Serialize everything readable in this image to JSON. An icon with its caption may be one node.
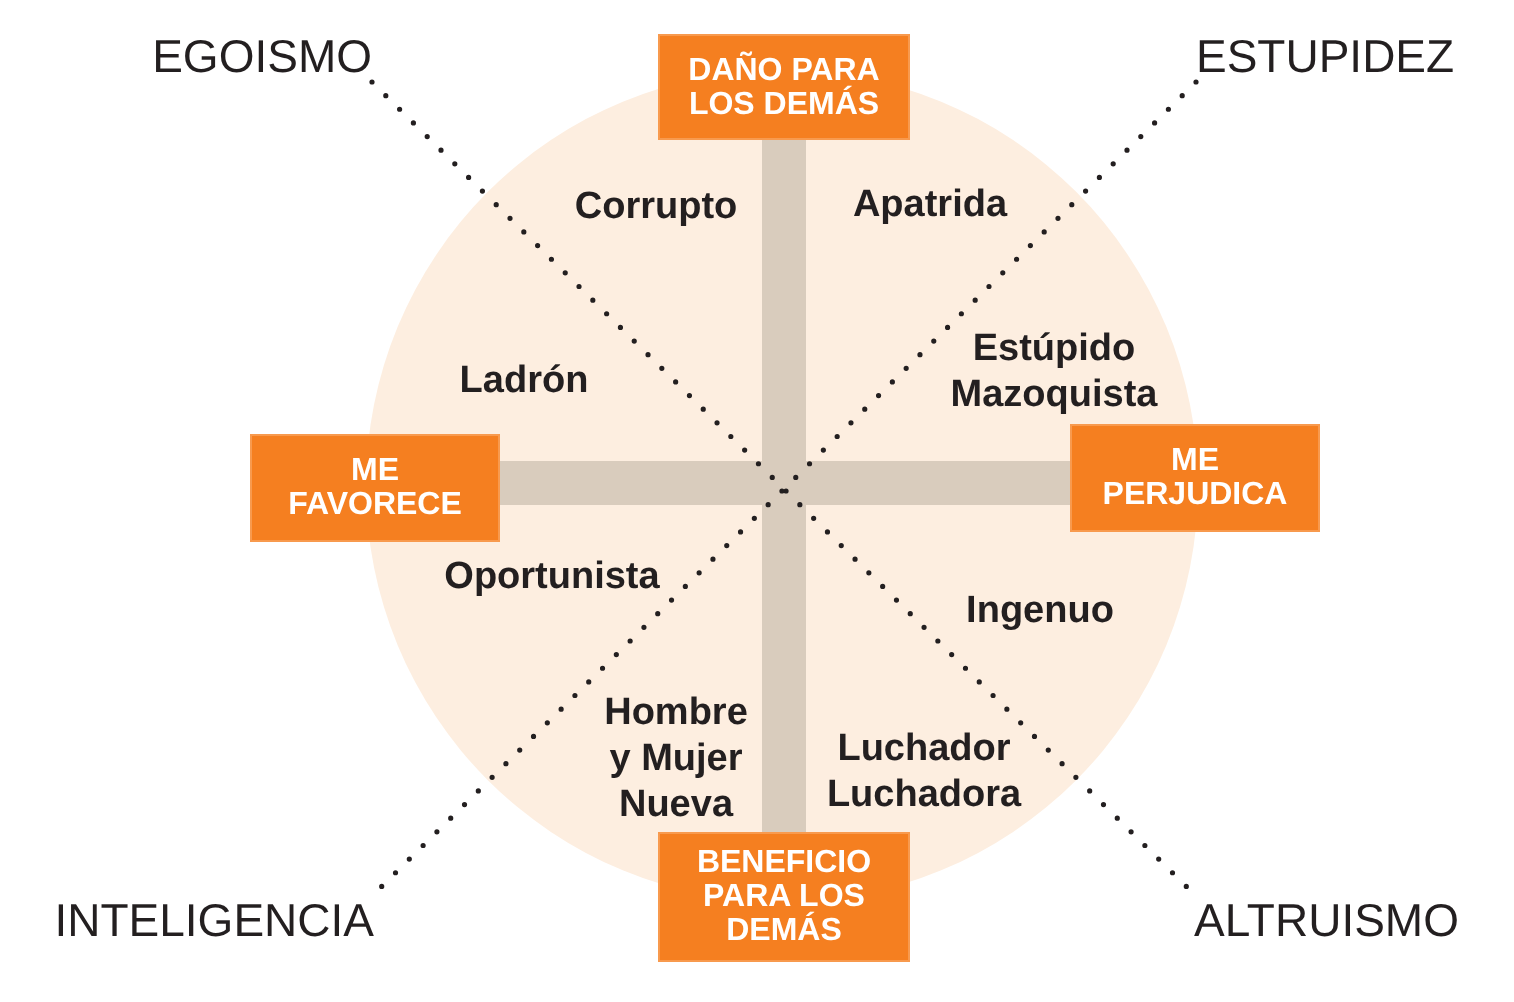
{
  "diagram": {
    "nodes": [
      {
        "text": [
          "EGOISMO"
        ]
      },
      {
        "text": [
          "DAÑO PARA LOS DEMÁS"
        ]
      },
      {
        "text": [
          "ESTUPIDEZ"
        ]
      },
      {
        "text": [
          "ME FAVORECE"
        ]
      },
      {
        "text": [
          "ME PERJUDICA"
        ]
      },
      {
        "text": [
          "BENEFICIO PARA LOS DEMÁS"
        ]
      },
      {
        "text": [
          "INTELIGENCIA"
        ]
      },
      {
        "text": [
          "ALTRUISMO"
        ]
      }
    ],
    "edges": [
      {
        "from": 1,
        "to": 5,
        "arrow": "none",
        "style": "thick",
        "color": "#d9ccbd"
      },
      {
        "from": 3,
        "to": 4,
        "arrow": "none",
        "style": "thick",
        "color": "#d9ccbd"
      },
      {
        "from": 0,
        "to": 7,
        "arrow": "none",
        "style": "dashed"
      },
      {
        "from": 2,
        "to": 6,
        "arrow": "none",
        "style": "dashed"
      }
    ],
    "labels": [
      "Corrupto",
      "Apatrida",
      "Estúpido Mazoquista",
      "Ladrón",
      "Oportunista",
      "Ingenuo",
      "Hombre y Mujer Nueva",
      "Luchador Luchadora"
    ]
  }
}
